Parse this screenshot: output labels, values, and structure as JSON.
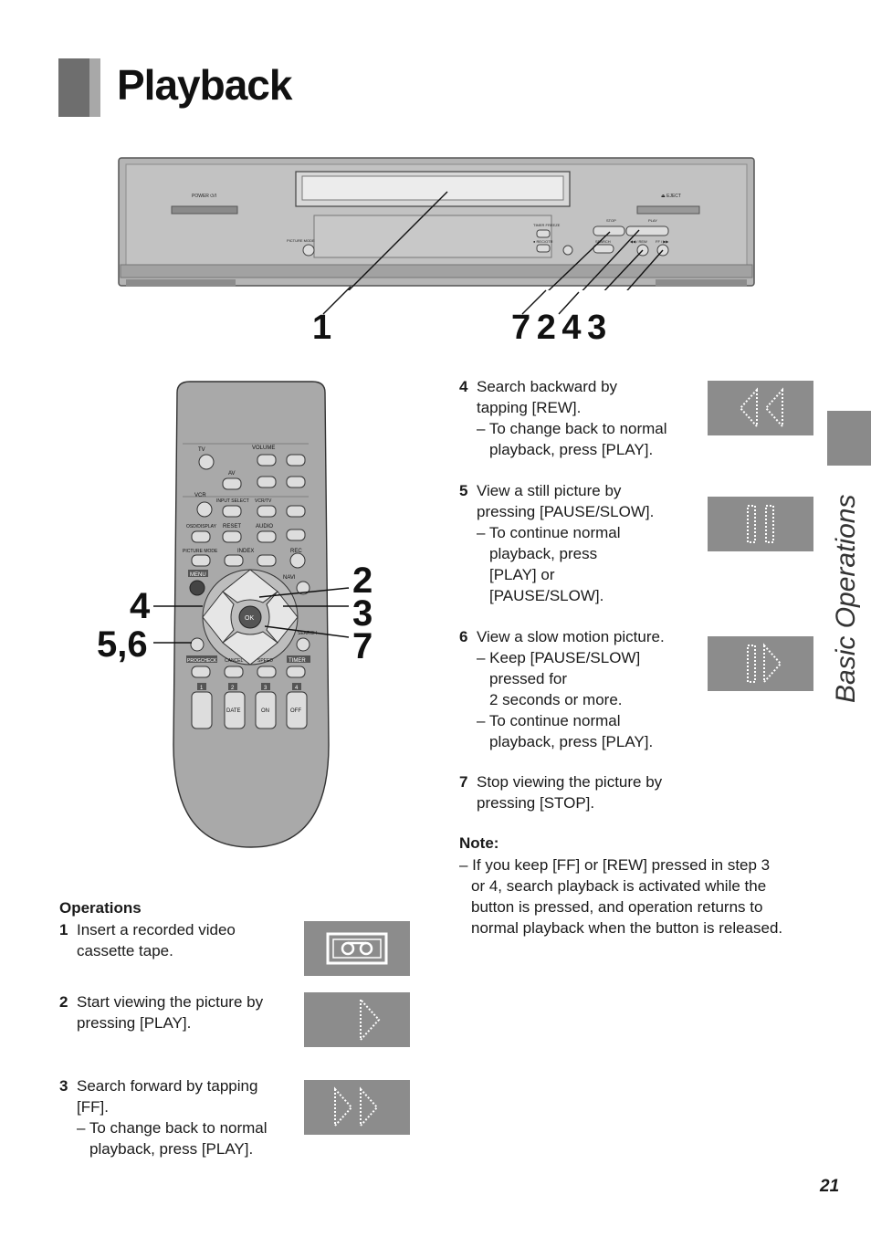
{
  "page": {
    "title": "Playback",
    "side_tab": "Basic Operations",
    "page_number": "21"
  },
  "vcr": {
    "labels": {
      "power": "POWER ⏻/I",
      "eject": "⏏ EJECT",
      "picture_mode": "PICTURE MODE",
      "timer_freeze": "TIMER FREEZE",
      "rec_otr": "● REC/OTR",
      "stop": "STOP",
      "play": "PLAY",
      "search": "SEARCH",
      "rew": "◀◀ / REW",
      "ff": "FF / ▶▶"
    },
    "callouts_left": "1",
    "callouts_right": "7 2 4 3"
  },
  "remote": {
    "labels": {
      "tv": "TV",
      "volume": "VOLUME",
      "av": "AV",
      "vcr": "VCR",
      "input_select": "INPUT SELECT",
      "vcr_tv": "VCR/TV",
      "osd_display": "OSD/DISPLAY",
      "reset": "RESET",
      "audio": "AUDIO",
      "picture_mode": "PICTURE MODE",
      "index": "INDEX",
      "rec": "REC",
      "menu": "MENU",
      "navi": "NAVI",
      "ok": "OK",
      "search": "SEARCH",
      "progcheck": "PROGCHECK",
      "cancel": "CANCEL",
      "speed": "SPEED",
      "timer": "TIMER",
      "date": "DATE",
      "on": "ON",
      "off": "OFF",
      "n1": "1",
      "n2": "2",
      "n3": "3",
      "n4": "4"
    },
    "callout_4": "4",
    "callout_56": "5,6",
    "callout_2": "2",
    "callout_3": "3",
    "callout_7": "7"
  },
  "operations": {
    "heading": "Operations",
    "steps": [
      {
        "num": "1",
        "lines": [
          "Insert a recorded video",
          "cassette tape."
        ]
      },
      {
        "num": "2",
        "lines": [
          "Start viewing the picture by",
          "pressing [PLAY]."
        ]
      },
      {
        "num": "3",
        "lines": [
          "Search forward by tapping",
          "[FF]."
        ],
        "subs": [
          "– To change back to normal",
          "playback, press [PLAY]."
        ]
      },
      {
        "num": "4",
        "lines": [
          "Search backward by",
          "tapping [REW]."
        ],
        "subs": [
          "– To change back to normal",
          "playback, press [PLAY]."
        ]
      },
      {
        "num": "5",
        "lines": [
          "View a still picture by",
          "pressing [PAUSE/SLOW]."
        ],
        "subs": [
          "– To continue normal",
          "playback, press",
          "[PLAY] or",
          "[PAUSE/SLOW]."
        ]
      },
      {
        "num": "6",
        "lines": [
          "View a slow motion picture."
        ],
        "subs": [
          "– Keep [PAUSE/SLOW]",
          "pressed for",
          "2 seconds or more.",
          "– To continue normal",
          "playback, press [PLAY]."
        ]
      },
      {
        "num": "7",
        "lines": [
          "Stop viewing the picture by",
          "pressing [STOP]."
        ]
      }
    ]
  },
  "note": {
    "heading": "Note:",
    "lines": [
      "– If you keep [FF] or [REW] pressed in step 3",
      "or 4, search playback is activated while the",
      "button is pressed, and operation returns to",
      "normal playback when the button is released."
    ]
  },
  "osd_icons": [
    "cassette-icon",
    "play-icon",
    "fast-forward-icon",
    "rewind-icon",
    "pause-icon",
    "slow-motion-icon"
  ],
  "colors": {
    "osd_background": "#8c8c8c",
    "osd_symbol": "#ffffff",
    "title_bar": "#6e6e6e",
    "remote_body": "#a9a9a9"
  }
}
